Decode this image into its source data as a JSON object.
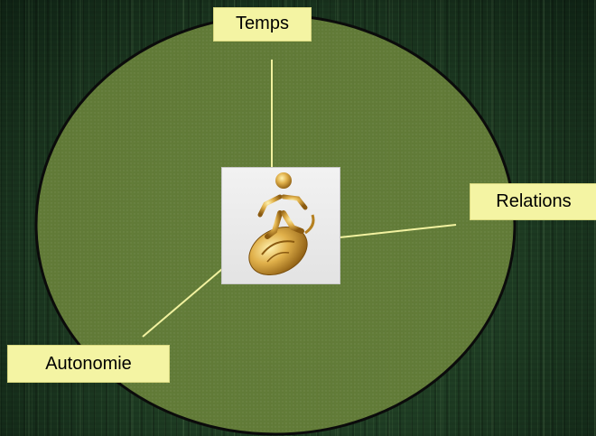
{
  "diagram": {
    "labels": {
      "top": "Temps",
      "right": "Relations",
      "bottom_left": "Autonomie"
    },
    "center_icon": "gold-figure-surfing-mouse-icon"
  },
  "colors": {
    "ellipse_fill": "#67803a",
    "ellipse_stroke": "#0b0b0b",
    "connector": "#f2f2a0",
    "label_bg": "#f4f4a3",
    "gold": "#c9962c"
  }
}
